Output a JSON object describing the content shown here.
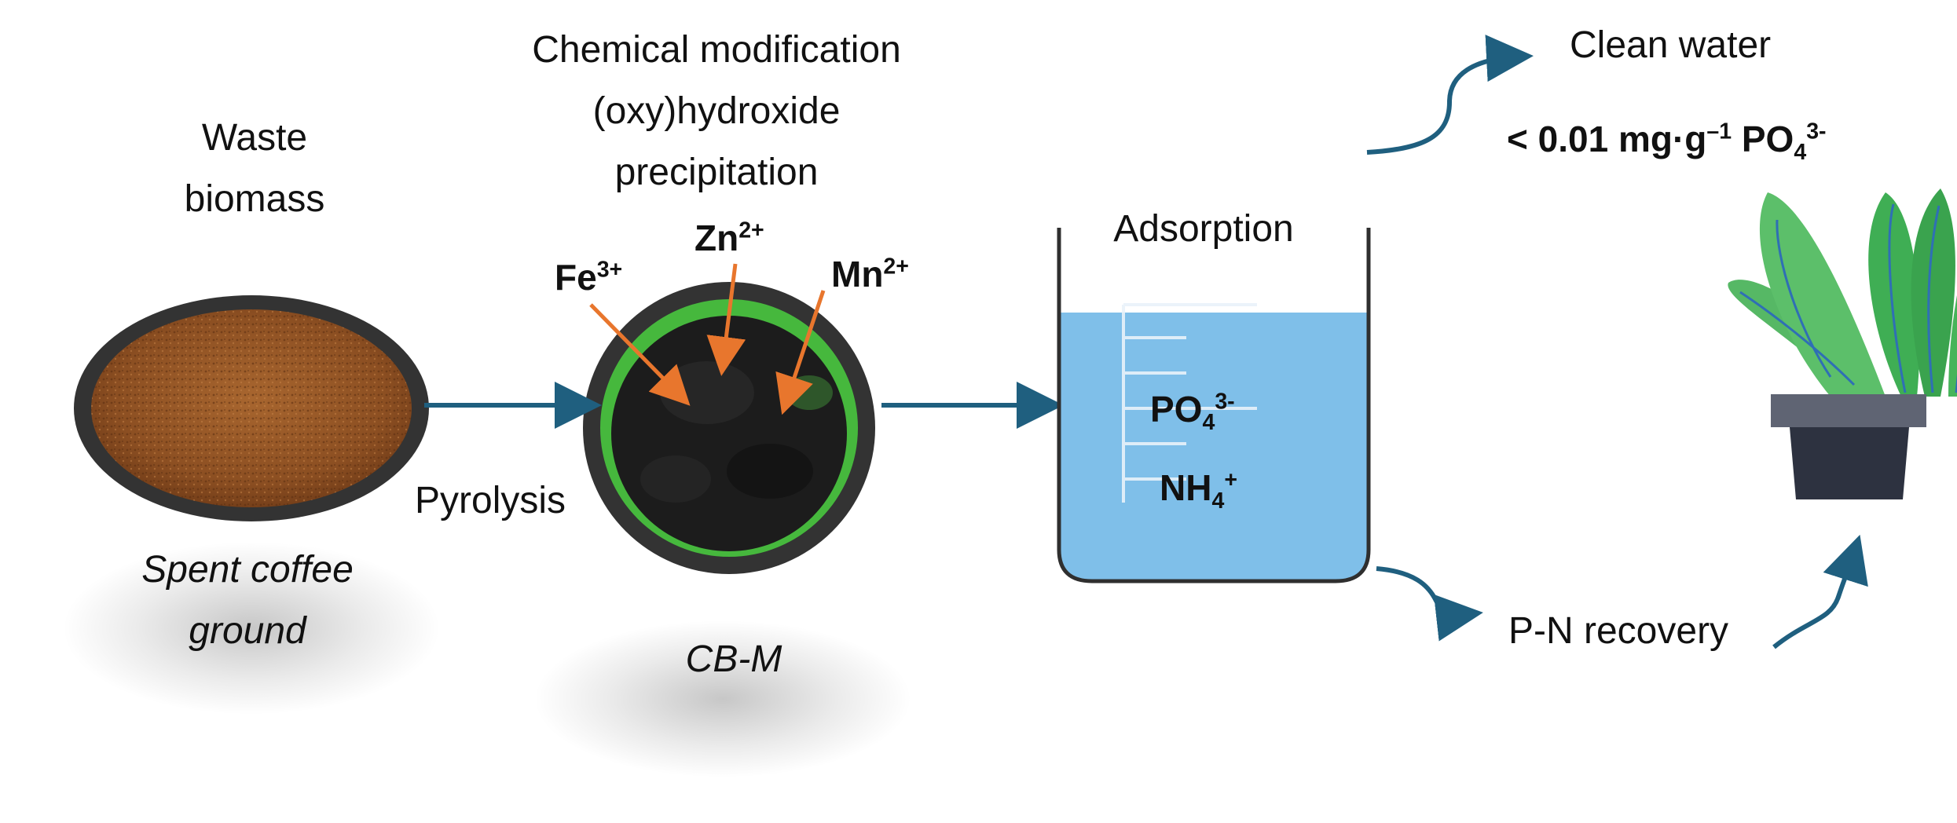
{
  "colors": {
    "flow_arrow": "#1f5f7f",
    "ion_arrow": "#e8762d",
    "water": "#7fbfe9",
    "beaker_wall": "#2f2f2f",
    "dish_rim": "#333333",
    "coffee": "#9a5a28",
    "biochar": "#1c1c1c",
    "biochar_ring": "#46b83d",
    "leaf": "#3fae54",
    "leaf_vein": "#2f6fb5",
    "pot": "#2d3240",
    "pot_rim": "#5f6473"
  },
  "labels": {
    "waste_biomass_line1": "Waste",
    "waste_biomass_line2": "biomass",
    "spent_coffee_line1": "Spent coffee",
    "spent_coffee_line2": "ground",
    "pyrolysis": "Pyrolysis",
    "chem_mod_line1": "Chemical modification",
    "chem_mod_line2": "(oxy)hydroxide",
    "chem_mod_line3": "precipitation",
    "cbm": "CB-M",
    "adsorption": "Adsorption",
    "clean_water": "Clean water",
    "pn_recovery": "P-N recovery"
  },
  "ions": {
    "fe": {
      "base": "Fe",
      "sup": "3+"
    },
    "zn": {
      "base": "Zn",
      "sup": "2+"
    },
    "mn": {
      "base": "Mn",
      "sup": "2+"
    },
    "po4": {
      "base": "PO",
      "sub": "4",
      "sup": "3-"
    },
    "nh4": {
      "base": "NH",
      "sub": "4",
      "sup": "+"
    }
  },
  "limit": {
    "prefix": "< 0.01 mg·g",
    "exp": "–1",
    "species": "PO",
    "sub": "4",
    "sup": "3-"
  },
  "icons": [
    "coffee-dish-icon",
    "biochar-dish-icon",
    "beaker-icon",
    "plant-pot-icon"
  ]
}
